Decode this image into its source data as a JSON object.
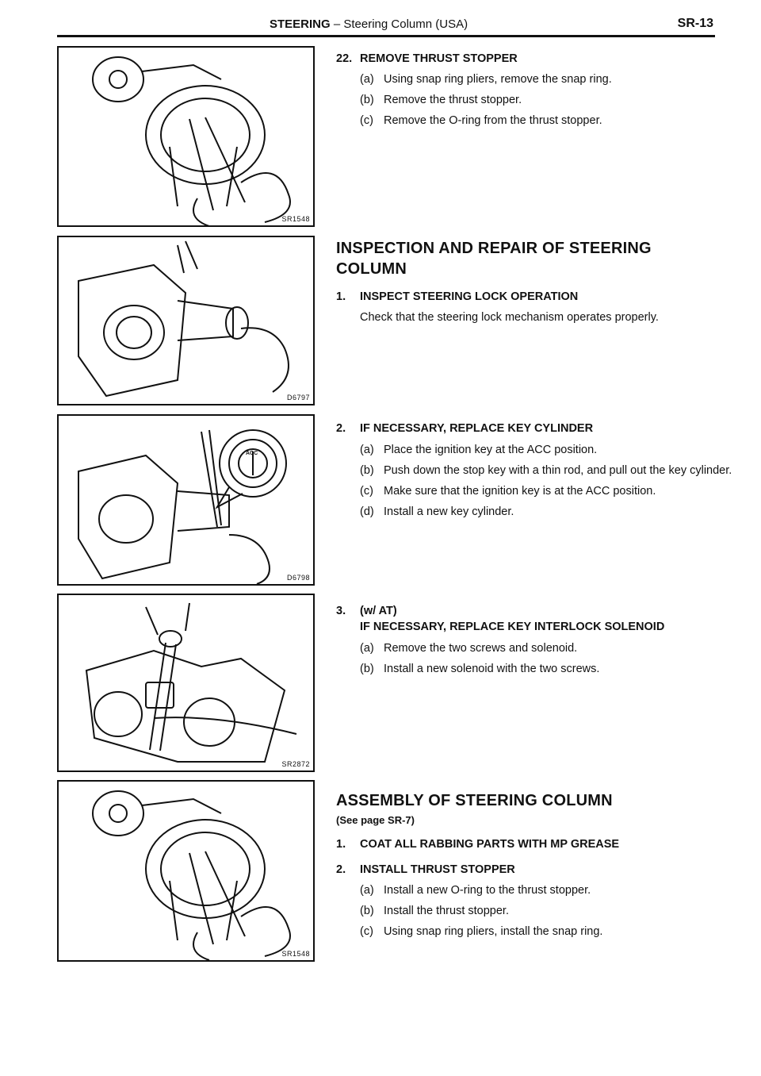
{
  "header": {
    "title_bold": "STEERING",
    "title_rest": " – Steering Column (USA)",
    "page_number": "SR-13"
  },
  "figures": [
    {
      "code": "SR1548"
    },
    {
      "code": "D6797"
    },
    {
      "code": "D6798"
    },
    {
      "code": "SR2872"
    },
    {
      "code": "SR1548"
    }
  ],
  "figure3_badge": "ACC",
  "remove_thrust": {
    "step_num": "22.",
    "step_title": "REMOVE THRUST STOPPER",
    "subs": [
      {
        "label": "(a)",
        "text": "Using snap ring pliers, remove the snap ring."
      },
      {
        "label": "(b)",
        "text": "Remove the thrust stopper."
      },
      {
        "label": "(c)",
        "text": "Remove the O-ring from the thrust stopper."
      }
    ]
  },
  "inspection": {
    "title_line1": "INSPECTION AND REPAIR OF STEERING",
    "title_line2": "COLUMN",
    "step1": {
      "num": "1.",
      "title": "INSPECT STEERING LOCK OPERATION",
      "note": "Check that the steering lock mechanism operates properly."
    },
    "step2": {
      "num": "2.",
      "title": "IF NECESSARY, REPLACE KEY CYLINDER",
      "subs": [
        {
          "label": "(a)",
          "text": "Place the ignition key at the ACC position."
        },
        {
          "label": "(b)",
          "text": "Push down the stop key with a thin rod, and pull out the key cylinder."
        },
        {
          "label": "(c)",
          "text": "Make sure that the ignition key is at the ACC position."
        },
        {
          "label": "(d)",
          "text": "Install a new key cylinder."
        }
      ]
    },
    "step3": {
      "num": "3.",
      "title_line1": "(w/ AT)",
      "title_line2": "IF NECESSARY, REPLACE KEY INTERLOCK SOLENOID",
      "subs": [
        {
          "label": "(a)",
          "text": "Remove the two screws and solenoid."
        },
        {
          "label": "(b)",
          "text": "Install a new solenoid with the two screws."
        }
      ]
    }
  },
  "assembly": {
    "title": "ASSEMBLY OF STEERING COLUMN",
    "see_page": "(See page SR-7)",
    "step1": {
      "num": "1.",
      "title": "COAT ALL RABBING PARTS WITH MP GREASE"
    },
    "step2": {
      "num": "2.",
      "title": "INSTALL THRUST STOPPER",
      "subs": [
        {
          "label": "(a)",
          "text": "Install a new O-ring to the thrust stopper."
        },
        {
          "label": "(b)",
          "text": "Install the thrust stopper."
        },
        {
          "label": "(c)",
          "text": "Using snap ring pliers, install the snap ring."
        }
      ]
    }
  }
}
